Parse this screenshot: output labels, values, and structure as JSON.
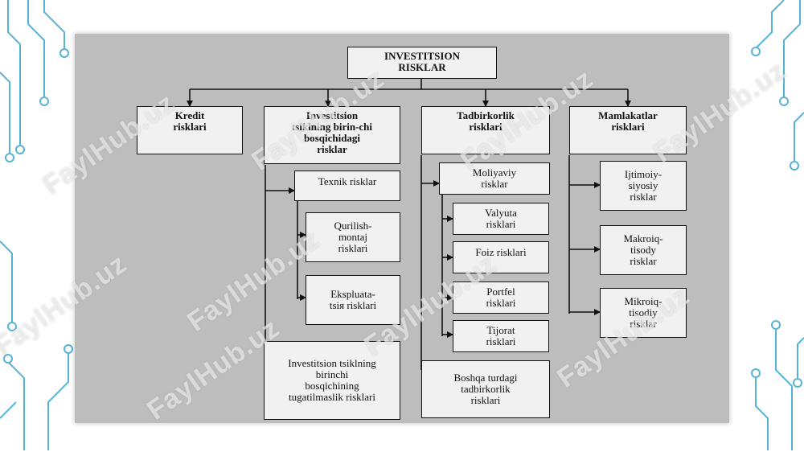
{
  "colors": {
    "panel": "#bdbdbd",
    "box": "#f1f1f1",
    "line": "#111111",
    "circuit": "#56b3d6"
  },
  "watermark": "FaylHub.uz",
  "diagram": {
    "root": "INVESTITSION\nRISKLAR",
    "cat_credit": "Kredit\nrisklari",
    "cat_investment_cycle": "Investitsion\ntsiklning birin-chi\nbosqichidagi\nrisklar",
    "cat_business": "Tadbirkorlik\nrisklari",
    "cat_country": "Mamlakatlar\nrisklari",
    "inv_technical": "Texnik risklar",
    "inv_construction": "Qurilish-\nmontaj\nrisklari",
    "inv_operation": "Ekspluata-\ntsiя risklari",
    "inv_incompletion": "Investitsion tsiklning\nbirinchi\nbosqichining\ntugatilmaslik risklari",
    "bus_financial": "Moliyaviy\nrisklar",
    "bus_currency": "Valyuta\nrisklari",
    "bus_interest": "Foiz risklari",
    "bus_portfolio": "Portfel\nrisklari",
    "bus_commercial": "Tijorat\nrisklari",
    "bus_other": "Boshqa turdagi\ntadbirkorlik\nrisklari",
    "cty_socio_political": "Ijtimoiy-\nsiyosiy\nrisklar",
    "cty_macroeconomic": "Makroiq-\ntisody\nrisklar",
    "cty_microeconomic": "Mikroiq-\ntisodiy\nrisklar"
  }
}
